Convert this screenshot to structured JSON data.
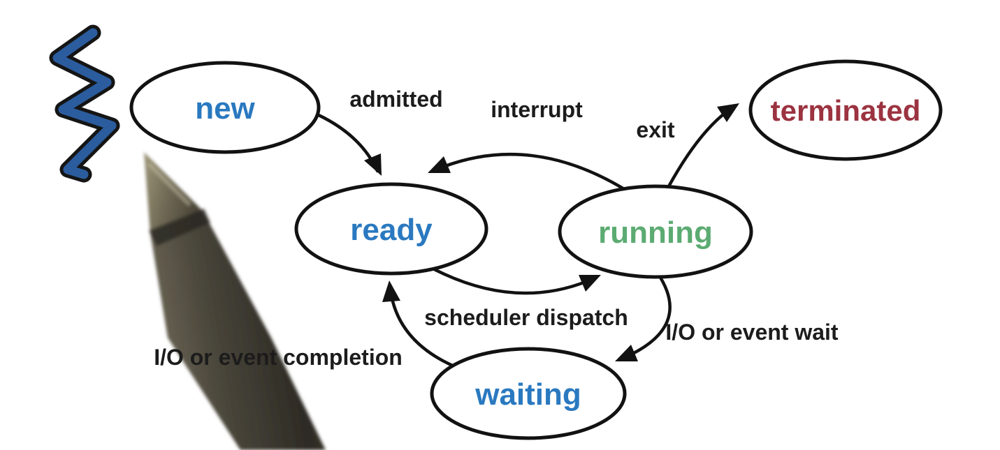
{
  "diagram": {
    "type": "process-state-diagram",
    "states": [
      {
        "label": "new",
        "color": "#2a79c0"
      },
      {
        "label": "ready",
        "color": "#2a79c0"
      },
      {
        "label": "running",
        "color": "#5cab72"
      },
      {
        "label": "waiting",
        "color": "#2a79c0"
      },
      {
        "label": "terminated",
        "color": "#9c3340"
      }
    ],
    "transitions": [
      {
        "label": "admitted",
        "from": "new",
        "to": "ready"
      },
      {
        "label": "interrupt",
        "from": "running",
        "to": "ready"
      },
      {
        "label": "exit",
        "from": "running",
        "to": "terminated"
      },
      {
        "label": "scheduler dispatch",
        "from": "ready",
        "to": "running"
      },
      {
        "label": "I/O or event wait",
        "from": "running",
        "to": "waiting"
      },
      {
        "label": "I/O or event completion",
        "from": "waiting",
        "to": "ready"
      }
    ],
    "colors": {
      "background": "#ffffff",
      "outline": "#121212",
      "edge_label": "#1c1c1c",
      "scribble_blue": "#2b5c9e"
    }
  }
}
